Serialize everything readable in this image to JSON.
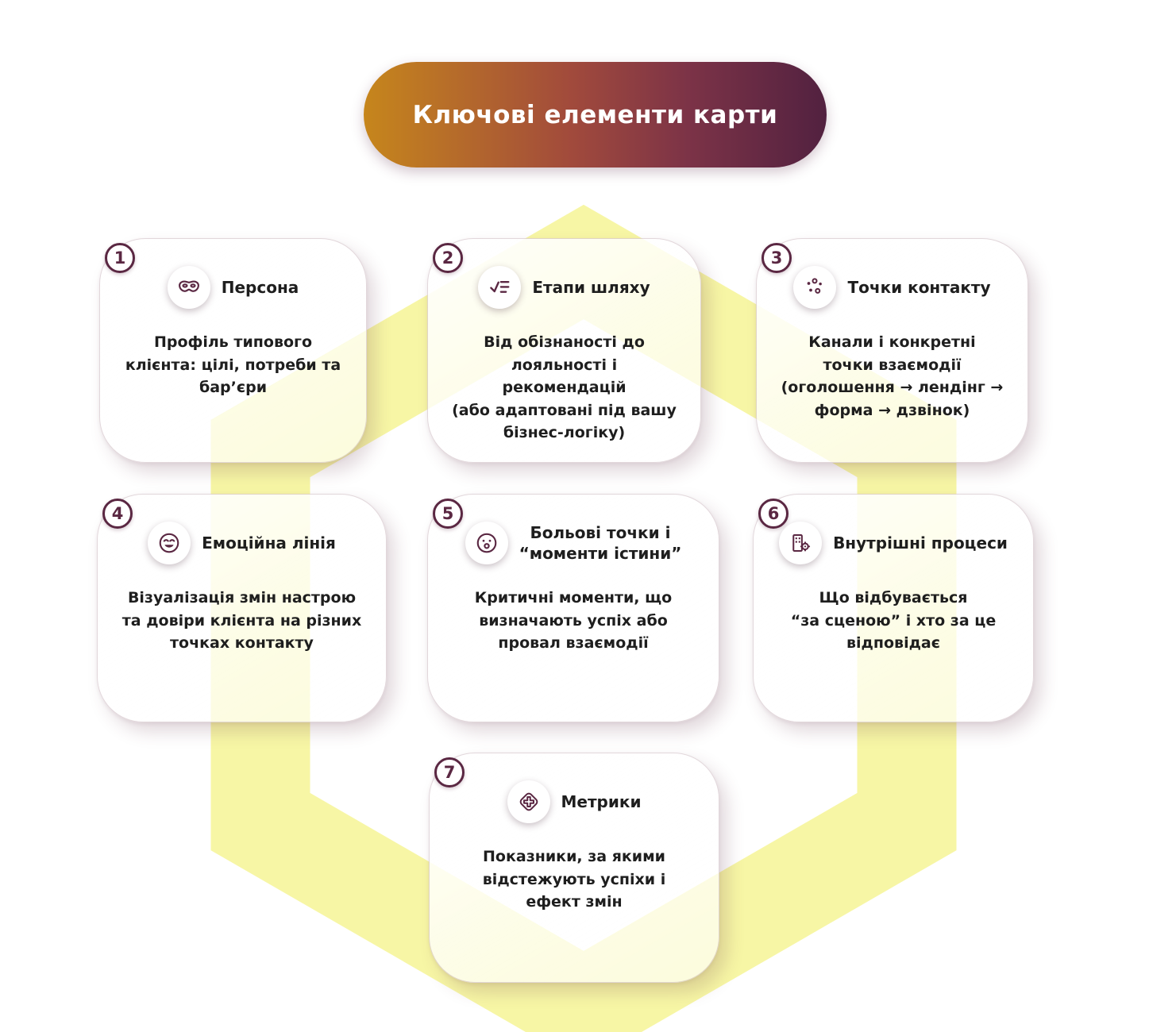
{
  "title": "Ключові елементи карти",
  "colors": {
    "accent_dark": "#5A2742",
    "accent_gold": "#C6861C",
    "hexagon_yellow": "#F7F5A0",
    "text": "#1E1E1E",
    "card_background": "#FFFFFF"
  },
  "cards": [
    {
      "number": "1",
      "icon": "mask-icon",
      "heading": "Персона",
      "body": "Профіль типового\nклієнта: цілі, потреби та\nбар’єри"
    },
    {
      "number": "2",
      "icon": "checklist-icon",
      "heading": "Етапи шляху",
      "body": "Від обізнаності до\nлояльності і рекомендацій\n(або адаптовані під вашу\nбізнес-логіку)"
    },
    {
      "number": "3",
      "icon": "touchpoints-dots-icon",
      "heading": "Точки контакту",
      "body": "Канали і конкретні\nточки взаємодії\n(оголошення → лендінг →\nформа → дзвінок)"
    },
    {
      "number": "4",
      "icon": "laughing-face-icon",
      "heading": "Емоційна лінія",
      "body": "Візуалізація змін настрою\nта довіри клієнта на різних\nточках контакту"
    },
    {
      "number": "5",
      "icon": "surprised-face-icon",
      "heading": "Больові точки і\n“моменти істини”",
      "body": "Критичні моменти, що\nвизначають успіх або\nпровал взаємодії"
    },
    {
      "number": "6",
      "icon": "building-gear-icon",
      "heading": "Внутрішні процеси",
      "body": "Що відбувається\n“за сценою” і хто за це\nвідповідає"
    },
    {
      "number": "7",
      "icon": "cross-badge-icon",
      "heading": "Метрики",
      "body": "Показники, за якими\nвідстежують успіхи і\nефект змін"
    }
  ]
}
